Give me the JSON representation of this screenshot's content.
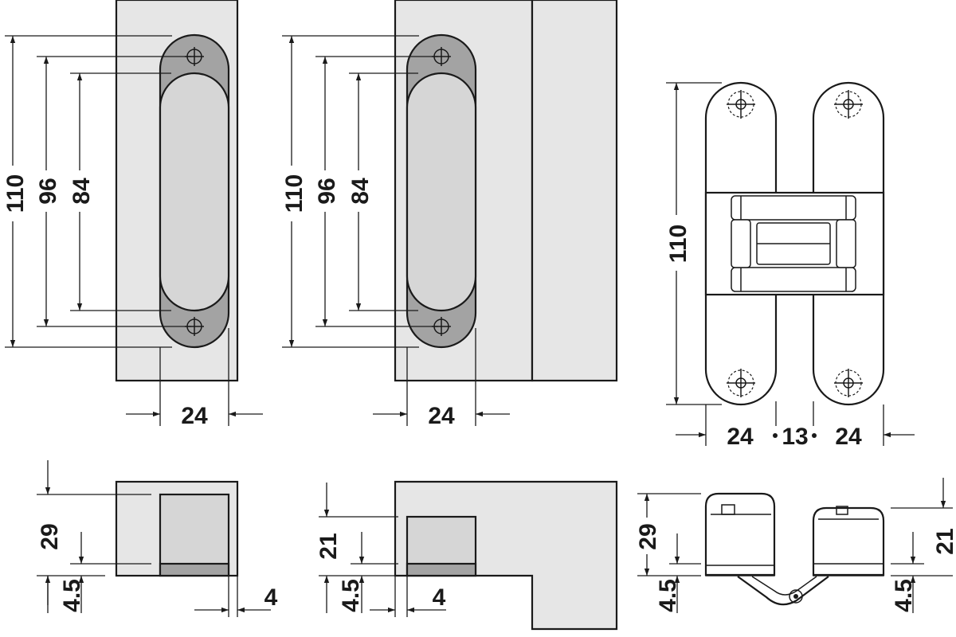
{
  "colors": {
    "background": "#ffffff",
    "wood": "#e6e6e6",
    "hinge_body": "#d6d6d6",
    "hinge_dark": "#a3a3a3",
    "ink": "#1a1a1a"
  },
  "views": {
    "front_a": {
      "height_total": "110",
      "height_screws": "96",
      "height_inner": "84",
      "width": "24"
    },
    "front_b": {
      "height_total": "110",
      "height_screws": "96",
      "height_inner": "84",
      "width": "24"
    },
    "open_hinge": {
      "height": "110",
      "width_left": "24",
      "gap": "13",
      "width_right": "24"
    },
    "section_a": {
      "depth": "29",
      "setback": "4.5",
      "offset": "4"
    },
    "section_b": {
      "depth": "21",
      "setback": "4.5",
      "offset": "4"
    },
    "section_open": {
      "depth_left": "29",
      "setback": "4.5",
      "depth_right": "21",
      "setback_right": "4.5"
    }
  }
}
